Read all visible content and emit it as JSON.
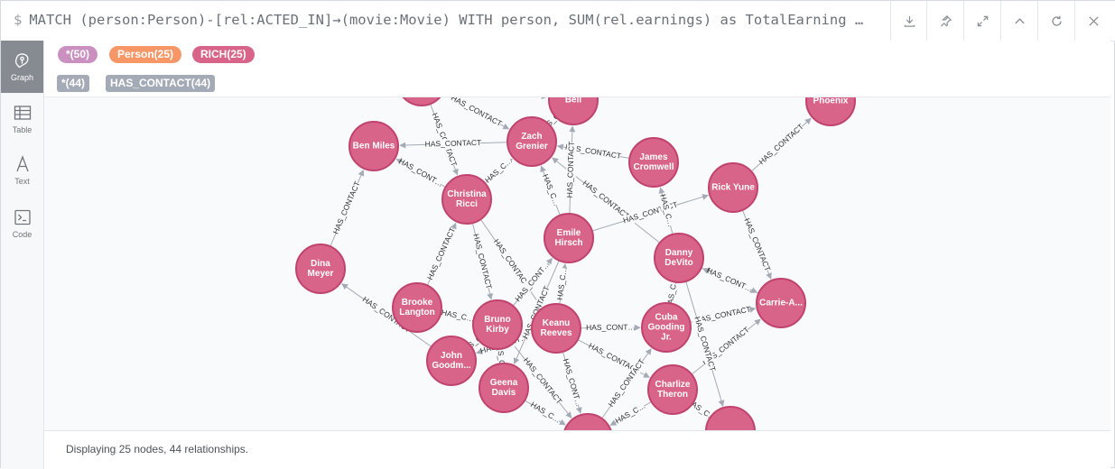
{
  "query": {
    "prompt": "$",
    "text": "MATCH (person:Person)-[rel:ACTED_IN]→(movie:Movie) WITH person, SUM(rel.earnings) as TotalEarning …"
  },
  "toolbar": {
    "download_icon": "download-icon",
    "pin_icon": "pin-icon",
    "expand_icon": "expand-icon",
    "collapse_icon": "chevron-up-icon",
    "rerun_icon": "refresh-icon",
    "close_icon": "close-icon"
  },
  "sidebar": {
    "items": [
      {
        "label": "Graph",
        "icon": "graph-icon",
        "active": true
      },
      {
        "label": "Table",
        "icon": "table-icon",
        "active": false
      },
      {
        "label": "Text",
        "icon": "text-icon",
        "active": false
      },
      {
        "label": "Code",
        "icon": "code-icon",
        "active": false
      }
    ]
  },
  "labels": [
    {
      "text": "*(50)",
      "color": "#c990c0"
    },
    {
      "text": "Person(25)",
      "color": "#f79767"
    },
    {
      "text": "RICH(25)",
      "color": "#d9648a"
    }
  ],
  "relationship_types": [
    {
      "text": "*(44)"
    },
    {
      "text": "HAS_CONTACT(44)"
    }
  ],
  "colors": {
    "node_fill": "#d9648a",
    "node_stroke": "#c0436d",
    "edge": "#a5abb6"
  },
  "graph": {
    "edge_label": "HAS_CONTACT",
    "nodes": [
      {
        "id": "top1",
        "l1": "",
        "l2": ""
      },
      {
        "id": "bell",
        "l1": "",
        "l2": "Bell"
      },
      {
        "id": "phoenix",
        "l1": "Phoenix",
        "l2": ""
      },
      {
        "id": "benmiles",
        "l1": "Ben Miles",
        "l2": ""
      },
      {
        "id": "zach",
        "l1": "Zach",
        "l2": "Grenier"
      },
      {
        "id": "james",
        "l1": "James",
        "l2": "Cromwell"
      },
      {
        "id": "rick",
        "l1": "Rick Yune",
        "l2": ""
      },
      {
        "id": "christina",
        "l1": "Christina",
        "l2": "Ricci"
      },
      {
        "id": "emile",
        "l1": "Emile",
        "l2": "Hirsch"
      },
      {
        "id": "danny",
        "l1": "Danny",
        "l2": "DeVito"
      },
      {
        "id": "dina",
        "l1": "Dina",
        "l2": "Meyer"
      },
      {
        "id": "carrie",
        "l1": "Carrie-A...",
        "l2": ""
      },
      {
        "id": "brooke",
        "l1": "Brooke",
        "l2": "Langton"
      },
      {
        "id": "bruno",
        "l1": "Bruno",
        "l2": "Kirby"
      },
      {
        "id": "keanu",
        "l1": "Keanu",
        "l2": "Reeves"
      },
      {
        "id": "cuba",
        "l1": "Cuba",
        "l2": "Gooding",
        "l3": "Jr."
      },
      {
        "id": "john",
        "l1": "John",
        "l2": "Goodm..."
      },
      {
        "id": "geena",
        "l1": "Geena",
        "l2": "Davis"
      },
      {
        "id": "charlize",
        "l1": "Charlize",
        "l2": "Theron"
      },
      {
        "id": "bottom1",
        "l1": "",
        "l2": ""
      },
      {
        "id": "bottom2",
        "l1": "",
        "l2": ""
      }
    ]
  },
  "status": {
    "text": "Displaying 25 nodes, 44 relationships."
  }
}
